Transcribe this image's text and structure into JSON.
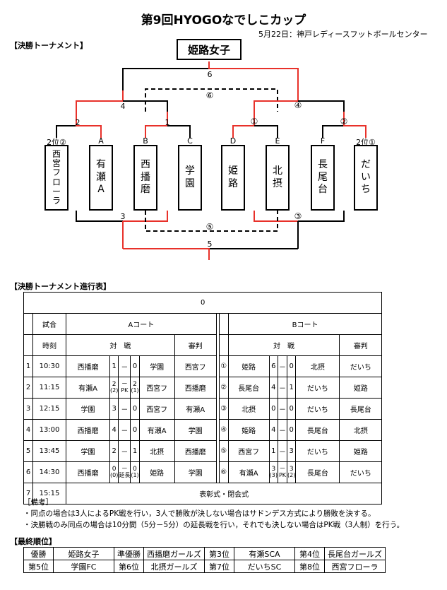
{
  "title": "第9回HYOGOなでしこカップ",
  "subtitle": "5月22日：神戸レディースフットボールセンター",
  "sections": {
    "bracket": "【決勝トーナメント】",
    "schedule": "【決勝トーナメント進行表】",
    "final": "【最終順位】"
  },
  "champion": "姫路女子",
  "bracket": {
    "m6": "6",
    "m6b": "⑥",
    "m4": "4",
    "m4b": "④",
    "m2": "2",
    "m1": "1",
    "m1b": "①",
    "m2b": "②",
    "m3": "3",
    "m3b": "③",
    "m5b": "⑤",
    "m5": "5",
    "slots": [
      "2位②",
      "A",
      "B",
      "C",
      "D",
      "E",
      "F",
      "2位①"
    ],
    "teams": [
      [
        "西",
        "宮",
        "フ",
        "ロ",
        "ー",
        "ラ"
      ],
      [
        "有",
        "瀬",
        "A"
      ],
      [
        "西",
        "播",
        "磨"
      ],
      [
        "学",
        "園"
      ],
      [
        "姫",
        "路"
      ],
      [
        "北",
        "摂"
      ],
      [
        "長",
        "尾",
        "台"
      ],
      [
        "だ",
        "い",
        "ち"
      ]
    ]
  },
  "schedule": {
    "top": "0",
    "h_match": "試合",
    "h_time": "時刻",
    "h_courtA": "Aコート",
    "h_courtB": "Bコート",
    "h_vs": "対　戦",
    "h_ref": "審判",
    "rows": [
      {
        "n": "1",
        "t": "10:30",
        "a1": "西播磨",
        "as1": "1",
        "ad": "－",
        "as2": "0",
        "a2": "学園",
        "ar": "西宮フ",
        "bn": "①",
        "b1": "姫路",
        "bs1": "6",
        "bd": "－",
        "bs2": "0",
        "b2": "北摂",
        "br": "だいち"
      },
      {
        "n": "2",
        "t": "11:15",
        "a1": "有瀬A",
        "as1": "2",
        "as1p": "(2)",
        "ad": "－",
        "adp": "PK",
        "as2": "2",
        "as2p": "(1)",
        "a2": "西宮フ",
        "ar": "西播磨",
        "bn": "②",
        "b1": "長尾台",
        "bs1": "4",
        "bd": "－",
        "bs2": "1",
        "b2": "だいち",
        "br": "姫路"
      },
      {
        "n": "3",
        "t": "12:15",
        "a1": "学園",
        "as1": "3",
        "ad": "－",
        "as2": "0",
        "a2": "西宮フ",
        "ar": "有瀬A",
        "bn": "③",
        "b1": "北摂",
        "bs1": "0",
        "bd": "－",
        "bs2": "0",
        "b2": "だいち",
        "br": "長尾台"
      },
      {
        "n": "4",
        "t": "13:00",
        "a1": "西播磨",
        "as1": "4",
        "ad": "－",
        "as2": "0",
        "a2": "有瀬A",
        "ar": "学園",
        "bn": "④",
        "b1": "姫路",
        "bs1": "4",
        "bd": "－",
        "bs2": "0",
        "b2": "長尾台",
        "br": "北摂"
      },
      {
        "n": "5",
        "t": "13:45",
        "a1": "学園",
        "as1": "2",
        "ad": "－",
        "as2": "1",
        "a2": "北摂",
        "ar": "西播磨",
        "bn": "⑤",
        "b1": "西宮フ",
        "bs1": "1",
        "bd": "－",
        "bs2": "3",
        "b2": "だいち",
        "br": "姫路"
      },
      {
        "n": "6",
        "t": "14:30",
        "a1": "西播磨",
        "as1": "0",
        "as1p": "(0)",
        "ad": "－",
        "adp": "延長",
        "as2": "0",
        "as2p": "(1)",
        "a2": "姫路",
        "ar": "学園",
        "bn": "⑥",
        "b1": "有瀬A",
        "bs1": "3",
        "bs1p": "(3)",
        "bd": "－",
        "bdp": "PK",
        "bs2": "3",
        "bs2p": "(2)",
        "b2": "長尾台",
        "br": "だいち"
      }
    ],
    "last": {
      "n": "7",
      "t": "15:15",
      "text": "表彰式・閉会式"
    }
  },
  "notes": [
    "［備考］",
    "・同点の場合は3人によるPK戦を行い，3人で勝敗が決しない場合はサドンデス方式により勝敗を決する。",
    "・決勝戦のみ同点の場合は10分間（5分－5分）の延長戦を行い，それでも決しない場合はPK戦（3人制）を行う。"
  ],
  "final": [
    [
      {
        "label": "優勝",
        "team": "姫路女子"
      },
      {
        "label": "準優勝",
        "team": "西播磨ガールズ"
      },
      {
        "label": "第3位",
        "team": "有瀬SCA"
      },
      {
        "label": "第4位",
        "team": "長尾台ガールズ"
      }
    ],
    [
      {
        "label": "第5位",
        "team": "学園FC"
      },
      {
        "label": "第6位",
        "team": "北摂ガールズ"
      },
      {
        "label": "第7位",
        "team": "だいちSC"
      },
      {
        "label": "第8位",
        "team": "西宮フローラ"
      }
    ]
  ],
  "colors": {
    "win": "#e8312a",
    "line": "#000000"
  }
}
